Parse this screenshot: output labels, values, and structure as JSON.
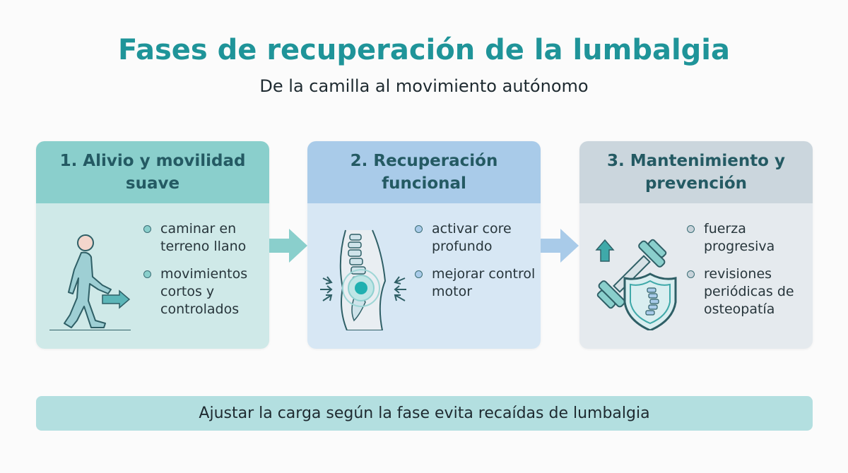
{
  "header": {
    "title": "Fases de recuperación de la lumbalgia",
    "subtitle": "De la camilla al movimiento autónomo"
  },
  "phases": [
    {
      "title": "1. Alivio y movilidad suave",
      "icon": "walking-person-icon",
      "items": [
        "caminar en terreno llano",
        "movimientos cortos y controlados"
      ],
      "colors": {
        "header": "#8acfcc",
        "body": "#cfe9e8"
      }
    },
    {
      "title": "2. Recuperación funcional",
      "icon": "spine-core-icon",
      "items": [
        "activar core profundo",
        "mejorar control motor"
      ],
      "colors": {
        "header": "#a9cbe9",
        "body": "#d7e7f4"
      }
    },
    {
      "title": "3. Mantenimiento y prevención",
      "icon": "dumbbell-shield-icon",
      "items": [
        "fuerza progresiva",
        "revisiones periódicas de osteopatía"
      ],
      "colors": {
        "header": "#cbd6dd",
        "body": "#e5eaee"
      }
    }
  ],
  "connectors": [
    "arrow-right-icon",
    "arrow-right-icon"
  ],
  "footer": {
    "banner": "Ajustar la carga según la fase evita recaídas de lumbalgia"
  },
  "colors": {
    "title": "#1f9499",
    "accent_teal": "#3fa9a9",
    "outline": "#2f5f66"
  }
}
